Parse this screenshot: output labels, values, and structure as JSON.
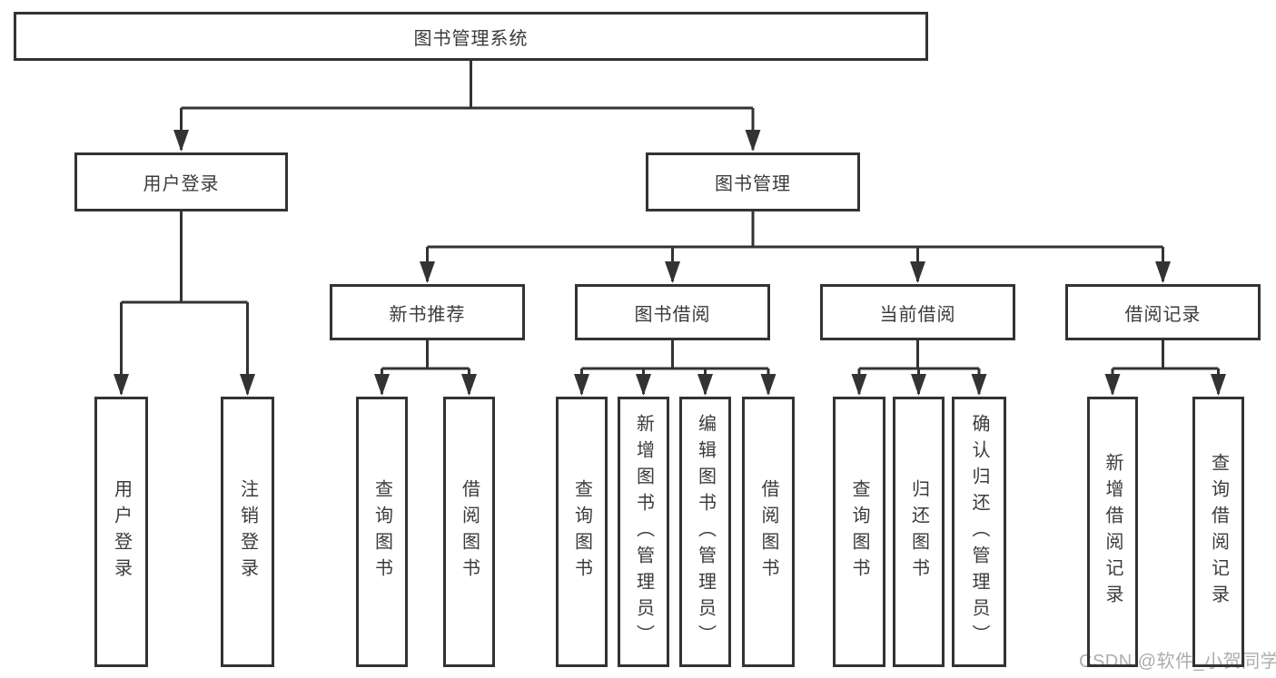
{
  "colors": {
    "line": "#333333",
    "text": "#3b3b3b",
    "watermark": "#adadad",
    "background": "#ffffff"
  },
  "watermark": {
    "text": "CSDN @软件_小贺同学"
  },
  "tree": {
    "label": "图书管理系统",
    "children": [
      {
        "label": "用户登录",
        "children": [
          {
            "label": "用户登录"
          },
          {
            "label": "注销登录"
          }
        ]
      },
      {
        "label": "图书管理",
        "children": [
          {
            "label": "新书推荐",
            "children": [
              {
                "label": "查询图书"
              },
              {
                "label": "借阅图书"
              }
            ]
          },
          {
            "label": "图书借阅",
            "children": [
              {
                "label": "查询图书"
              },
              {
                "label": "新增图书（管理员）"
              },
              {
                "label": "编辑图书（管理员）"
              },
              {
                "label": "借阅图书"
              }
            ]
          },
          {
            "label": "当前借阅",
            "children": [
              {
                "label": "查询图书"
              },
              {
                "label": "归还图书"
              },
              {
                "label": "确认归还（管理员）"
              }
            ]
          },
          {
            "label": "借阅记录",
            "children": [
              {
                "label": "新增借阅记录"
              },
              {
                "label": "查询借阅记录"
              }
            ]
          }
        ]
      }
    ]
  }
}
